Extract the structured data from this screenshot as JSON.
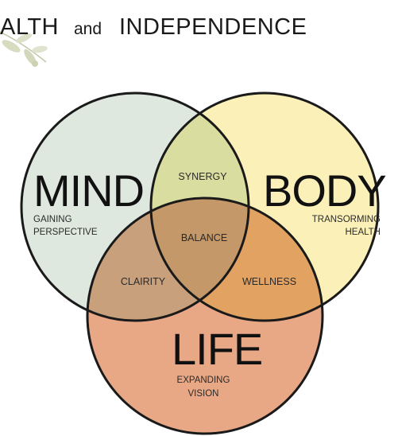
{
  "title": {
    "part1": "ALTH",
    "connector": "and",
    "part2": "INDEPENDENCE"
  },
  "circles": {
    "mind": {
      "label": "MIND",
      "sub_line1": "GAINING",
      "sub_line2": "PERSPECTIVE",
      "color": "#dfe8df"
    },
    "body": {
      "label": "BODY",
      "sub_line1": "TRANSORMING",
      "sub_line2": "HEALTH",
      "color": "#fbf1b8"
    },
    "life": {
      "label": "LIFE",
      "sub_line1": "EXPANDING",
      "sub_line2": "VISION",
      "color": "#e8a886"
    }
  },
  "overlaps": {
    "mind_body": {
      "label": "SYNERGY",
      "color": "#d9dea0"
    },
    "mind_life": {
      "label": "CLAIRITY",
      "color": "#c8a07c"
    },
    "body_life": {
      "label": "WELLNESS",
      "color": "#e2a262"
    },
    "center": {
      "label": "BALANCE",
      "color": "#c49868"
    }
  },
  "colors": {
    "outline": "#1a1a1a",
    "leaf": "#aab47a"
  }
}
